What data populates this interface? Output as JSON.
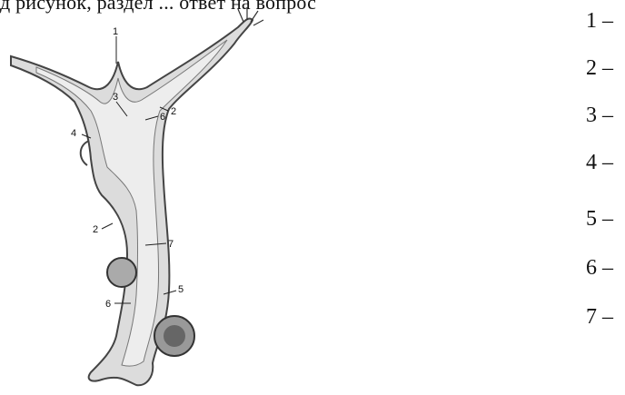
{
  "header_text": "д рисунок, раздел ... ответ на вопрос",
  "diagram": {
    "labels": [
      "1",
      "2",
      "3",
      "4",
      "2",
      "6",
      "5",
      "6",
      "7"
    ]
  },
  "legend": {
    "items": [
      "1 –",
      "2 –",
      "3 –",
      "4 –",
      "5 –",
      "6 –",
      "7 –"
    ]
  }
}
